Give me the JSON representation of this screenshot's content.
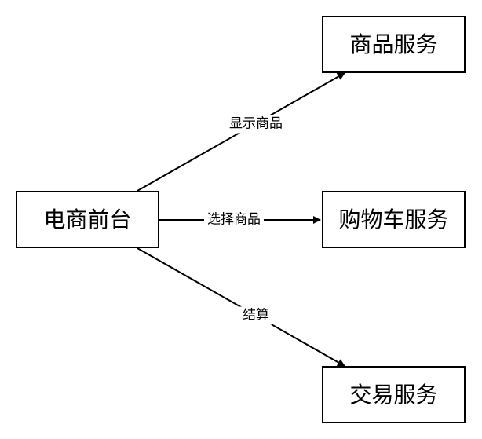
{
  "nodes": {
    "frontend": "电商前台",
    "product_service": "商品服务",
    "cart_service": "购物车服务",
    "trade_service": "交易服务"
  },
  "edges": {
    "show_products": "显示商品",
    "select_products": "选择商品",
    "checkout": "结算"
  },
  "colors": {
    "stroke": "#000000",
    "background": "#ffffff"
  }
}
